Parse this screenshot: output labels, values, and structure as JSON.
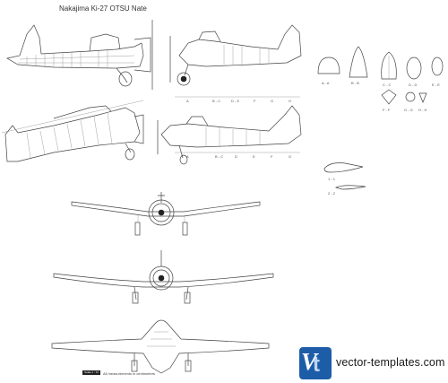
{
  "title": "Nakajima Ki-27 OTSU Nate",
  "section_labels_top": [
    "A",
    "B - C",
    "D - E",
    "F",
    "G",
    "H"
  ],
  "section_labels_mid": [
    "A",
    "B - C",
    "D",
    "E",
    "F",
    "G"
  ],
  "profile_labels": [
    "A - A",
    "B - B",
    "C - C",
    "D - D",
    "E - E",
    "F - F",
    "G - G",
    "H - H"
  ],
  "airfoil_labels": [
    "1 - 1",
    "2 - 2"
  ],
  "scale_label": "Scale  1 : 72",
  "measurement_note": "All measurements in centimeters",
  "logo": {
    "letters": "Vt",
    "bg_color": "#1d5da8"
  },
  "website": "vector-templates.com"
}
